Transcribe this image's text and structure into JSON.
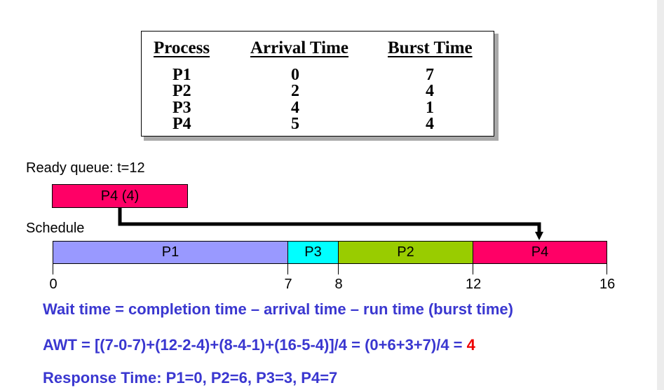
{
  "table": {
    "headers": [
      "Process",
      "Arrival Time",
      "Burst Time"
    ],
    "rows": [
      {
        "process": "P1",
        "arrival": "0",
        "burst": "7"
      },
      {
        "process": "P2",
        "arrival": "2",
        "burst": "4"
      },
      {
        "process": "P3",
        "arrival": "4",
        "burst": "1"
      },
      {
        "process": "P4",
        "arrival": "5",
        "burst": "4"
      }
    ]
  },
  "ready_queue": {
    "label": "Ready queue: t=12",
    "item": "P4 (4)",
    "color": "#ff0066"
  },
  "schedule": {
    "label": "Schedule",
    "segments": [
      {
        "name": "P1",
        "start": 0,
        "end": 7,
        "color": "#9999ff"
      },
      {
        "name": "P3",
        "start": 7,
        "end": 8,
        "color": "#00ffff"
      },
      {
        "name": "P2",
        "start": 8,
        "end": 12,
        "color": "#99cc00"
      },
      {
        "name": "P4",
        "start": 12,
        "end": 16,
        "color": "#ff0066"
      }
    ],
    "ticks": [
      "0",
      "7",
      "8",
      "12",
      "16"
    ]
  },
  "summary": {
    "wait_def": "Wait time = completion time – arrival time – run time (burst time)",
    "awt_prefix": "AWT = [(7-0-7)+(12-2-4)+(8-4-1)+(16-5-4)]/4 = (0+6+3+7)/4 = ",
    "awt_value": "4",
    "response": "Response Time: P1=0, P2=6, P3=3, P4=7"
  },
  "colors": {
    "summary_text": "#3a37d0",
    "highlight": "#ee0000"
  }
}
